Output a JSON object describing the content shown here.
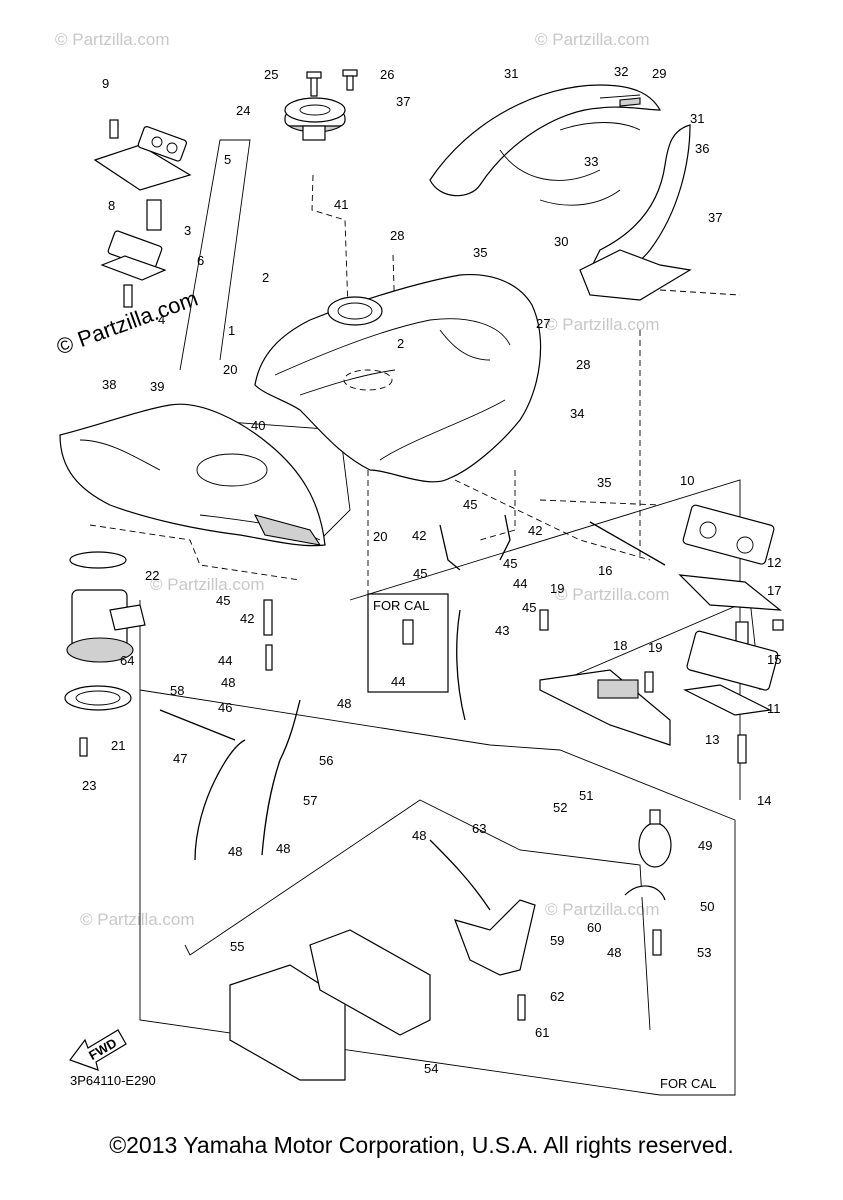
{
  "diagram_code": "3P64110-E290",
  "copyright": "©2013 Yamaha Motor Corporation, U.S.A. All rights reserved.",
  "watermark": "© Partzilla.com",
  "fwd_label": "FWD",
  "boxes": {
    "for_cal_small": "FOR CAL",
    "for_cal_large": "FOR CAL"
  },
  "callouts": [
    "1",
    "2",
    "2",
    "3",
    "4",
    "5",
    "6",
    "8",
    "9",
    "10",
    "11",
    "12",
    "13",
    "14",
    "15",
    "16",
    "17",
    "18",
    "19",
    "19",
    "20",
    "20",
    "21",
    "22",
    "23",
    "24",
    "25",
    "26",
    "27",
    "28",
    "28",
    "29",
    "30",
    "31",
    "31",
    "32",
    "33",
    "34",
    "35",
    "35",
    "36",
    "37",
    "37",
    "38",
    "39",
    "40",
    "41",
    "42",
    "42",
    "42",
    "43",
    "44",
    "44",
    "44",
    "45",
    "45",
    "45",
    "45",
    "45",
    "46",
    "47",
    "48",
    "48",
    "48",
    "48",
    "48",
    "48",
    "49",
    "50",
    "51",
    "52",
    "53",
    "54",
    "55",
    "56",
    "57",
    "58",
    "59",
    "60",
    "61",
    "62",
    "63",
    "64"
  ]
}
